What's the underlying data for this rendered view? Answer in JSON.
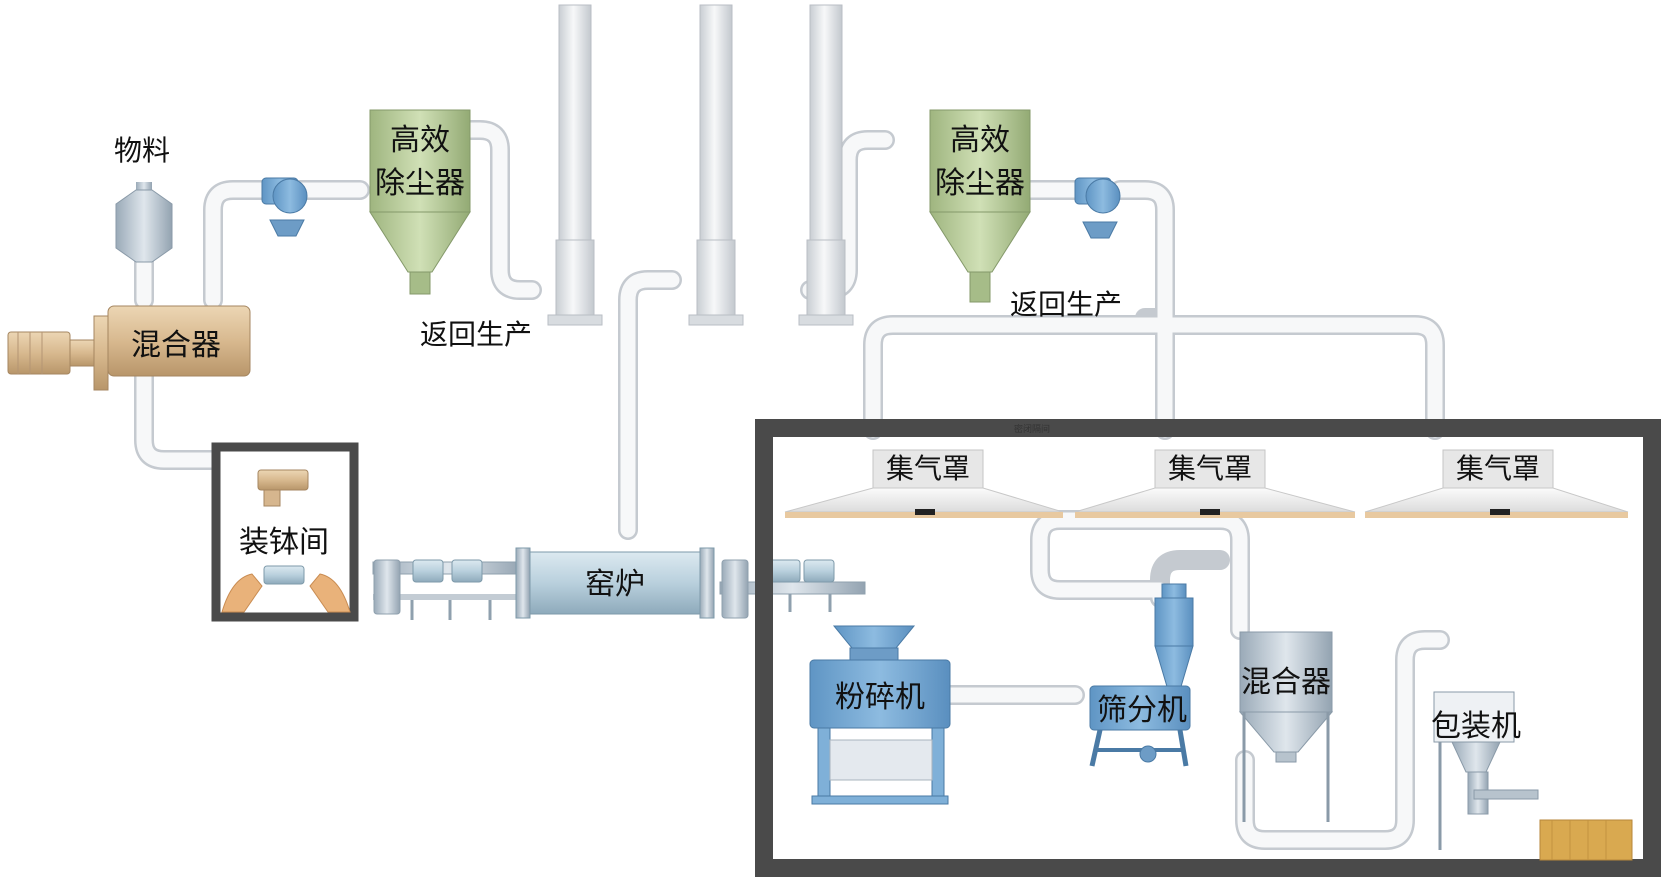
{
  "labels": {
    "material": "物料",
    "mixer_left": "混合器",
    "dust_left": [
      "高效",
      "除尘器"
    ],
    "return_left": "返回生产",
    "dust_right": [
      "高效",
      "除尘器"
    ],
    "return_right": "返回生产",
    "loading_room": "装钵间",
    "kiln": "窑炉",
    "enclosure_caption": "密闭隔间",
    "hood_1": "集气罩",
    "hood_2": "集气罩",
    "hood_3": "集气罩",
    "crusher": "粉碎机",
    "sieve": "筛分机",
    "mixer_right": "混合器",
    "packer": "包装机"
  },
  "colors": {
    "pipe": "#f2f4f6",
    "pipe_edge": "#c7ccd2",
    "stack": "#e9ecef",
    "dust_collector": "#b8cc9a",
    "mixer": "#dcc09a",
    "kiln": "#bcd3e0",
    "crusher": "#78aad3",
    "enclosure": "#4a4a4a",
    "hood": "#f0f0f0",
    "pallet": "#d9a950"
  }
}
